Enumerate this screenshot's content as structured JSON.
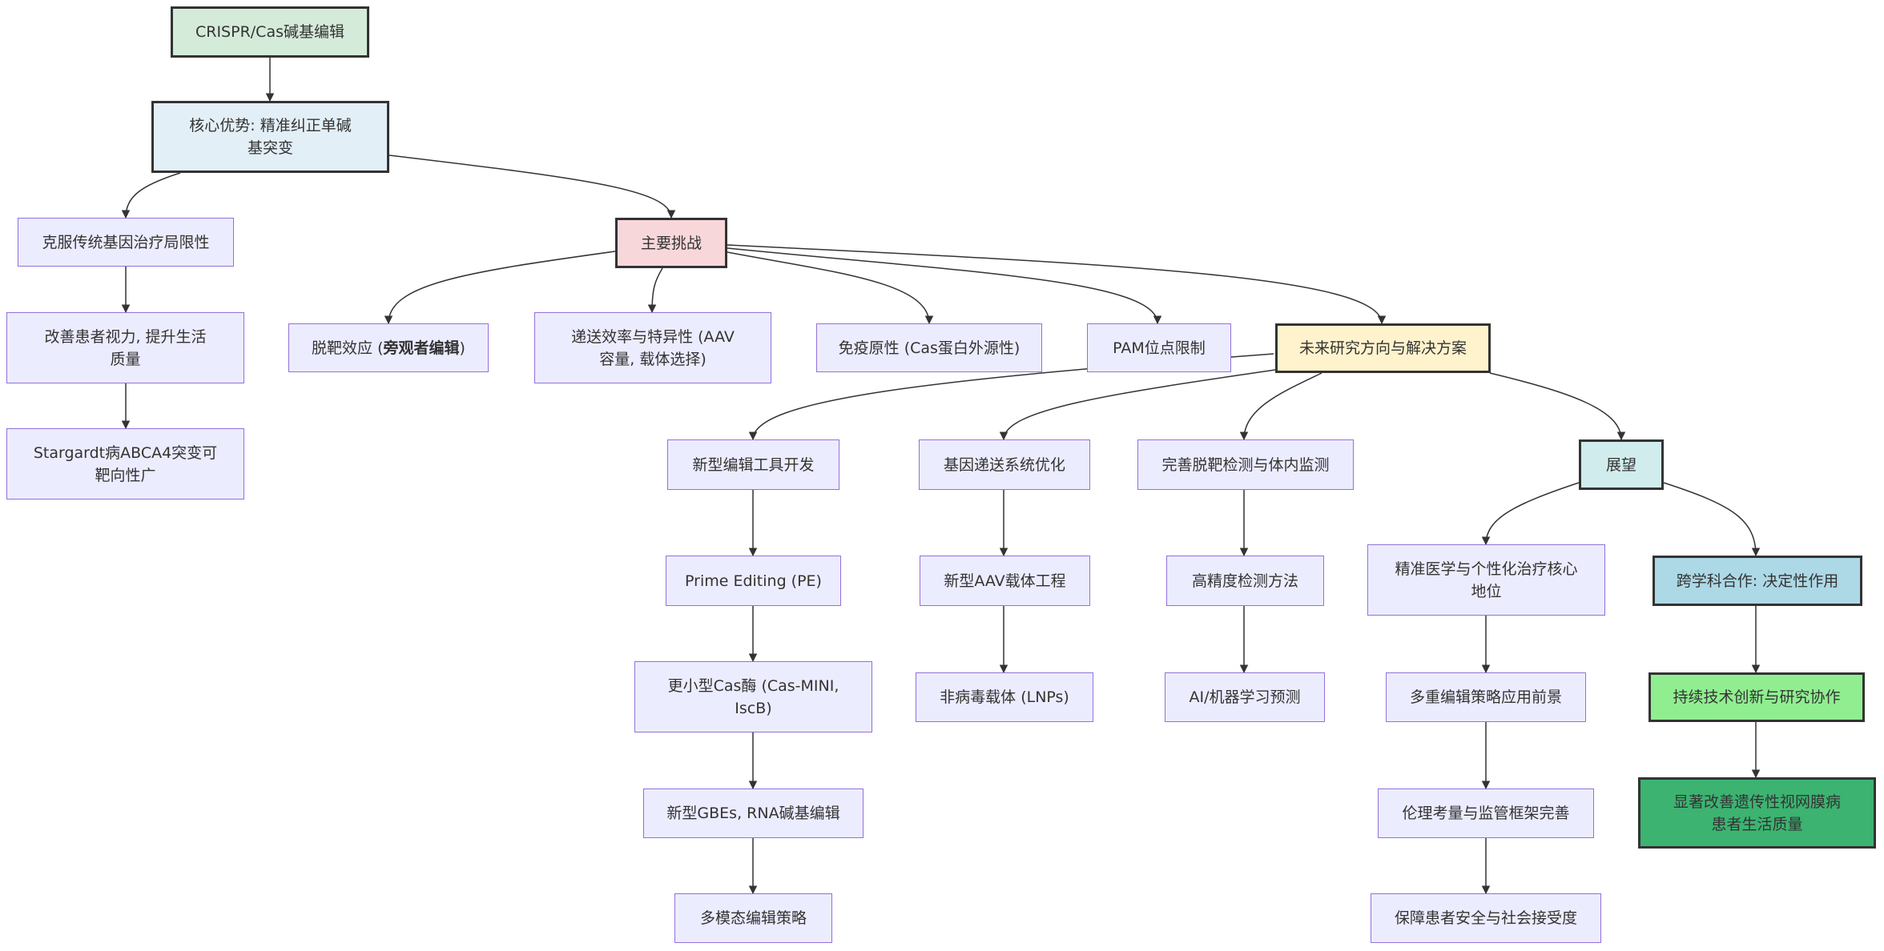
{
  "nodes": {
    "crispr": "CRISPR/Cas碱基编辑",
    "core_advantage": "核心优势: 精准纠正单碱基突变",
    "overcome_limits": "克服传统基因治疗局限性",
    "improve_vision": "改善患者视力, 提升生活质量",
    "stargardt": "Stargardt病ABCA4突变可靶向性广",
    "main_challenges": "主要挑战",
    "offtarget_pre": "脱靶效应 (",
    "offtarget_bold": "旁观者编辑",
    "offtarget_post": ")",
    "delivery": "递送效率与特异性 (AAV容量, 载体选择)",
    "immunogenicity": "免疫原性 (Cas蛋白外源性)",
    "pam": "PAM位点限制",
    "future": "未来研究方向与解决方案",
    "new_tools": "新型编辑工具开发",
    "prime_editing": "Prime Editing (PE)",
    "smaller_cas": "更小型Cas酶 (Cas-MINI, IscB)",
    "gbes": "新型GBEs, RNA碱基编辑",
    "multimodal": "多模态编辑策略",
    "delivery_opt": "基因递送系统优化",
    "new_aav": "新型AAV载体工程",
    "nonviral": "非病毒载体 (LNPs)",
    "offtarget_detect": "完善脱靶检测与体内监测",
    "high_precision": "高精度检测方法",
    "ai_predict": "AI/机器学习预测",
    "outlook": "展望",
    "precision_medicine": "精准医学与个性化治疗核心地位",
    "multiplex": "多重编辑策略应用前景",
    "ethics": "伦理考量与监管框架完善",
    "safety": "保障患者安全与社会接受度",
    "interdisciplinary": "跨学科合作: 决定性作用",
    "innovation": "持续技术创新与研究协作",
    "quality_of_life": "显著改善遗传性视网膜病患者生活质量"
  },
  "colors": {
    "default_fill": "#ECECFF",
    "default_border": "#9370DB",
    "crispr_fill": "#D5EBD9",
    "core_fill": "#E3EFF7",
    "challenges_fill": "#F8D7DA",
    "future_fill": "#FFF3CD",
    "outlook_fill": "#D1ECEC",
    "interdisciplinary_fill": "#ADD8E6",
    "innovation_fill": "#90EE90",
    "quality_fill": "#3CB371",
    "edge": "#333333"
  }
}
